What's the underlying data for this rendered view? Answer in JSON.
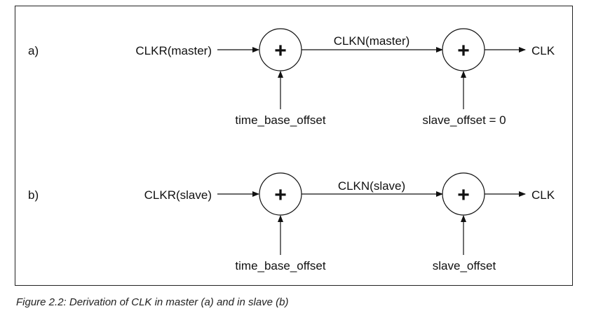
{
  "rows": [
    {
      "tag": "a)",
      "input_label": "CLKR(master)",
      "offset1_label": "time_base_offset",
      "middle_label": "CLKN(master)",
      "offset2_label": "slave_offset = 0",
      "output_label": "CLK"
    },
    {
      "tag": "b)",
      "input_label": "CLKR(slave)",
      "offset1_label": "time_base_offset",
      "middle_label": "CLKN(slave)",
      "offset2_label": "slave_offset",
      "output_label": "CLK"
    }
  ],
  "adder_symbol": "+",
  "caption": "Figure 2.2:  Derivation of CLK in master (a) and in slave (b)"
}
